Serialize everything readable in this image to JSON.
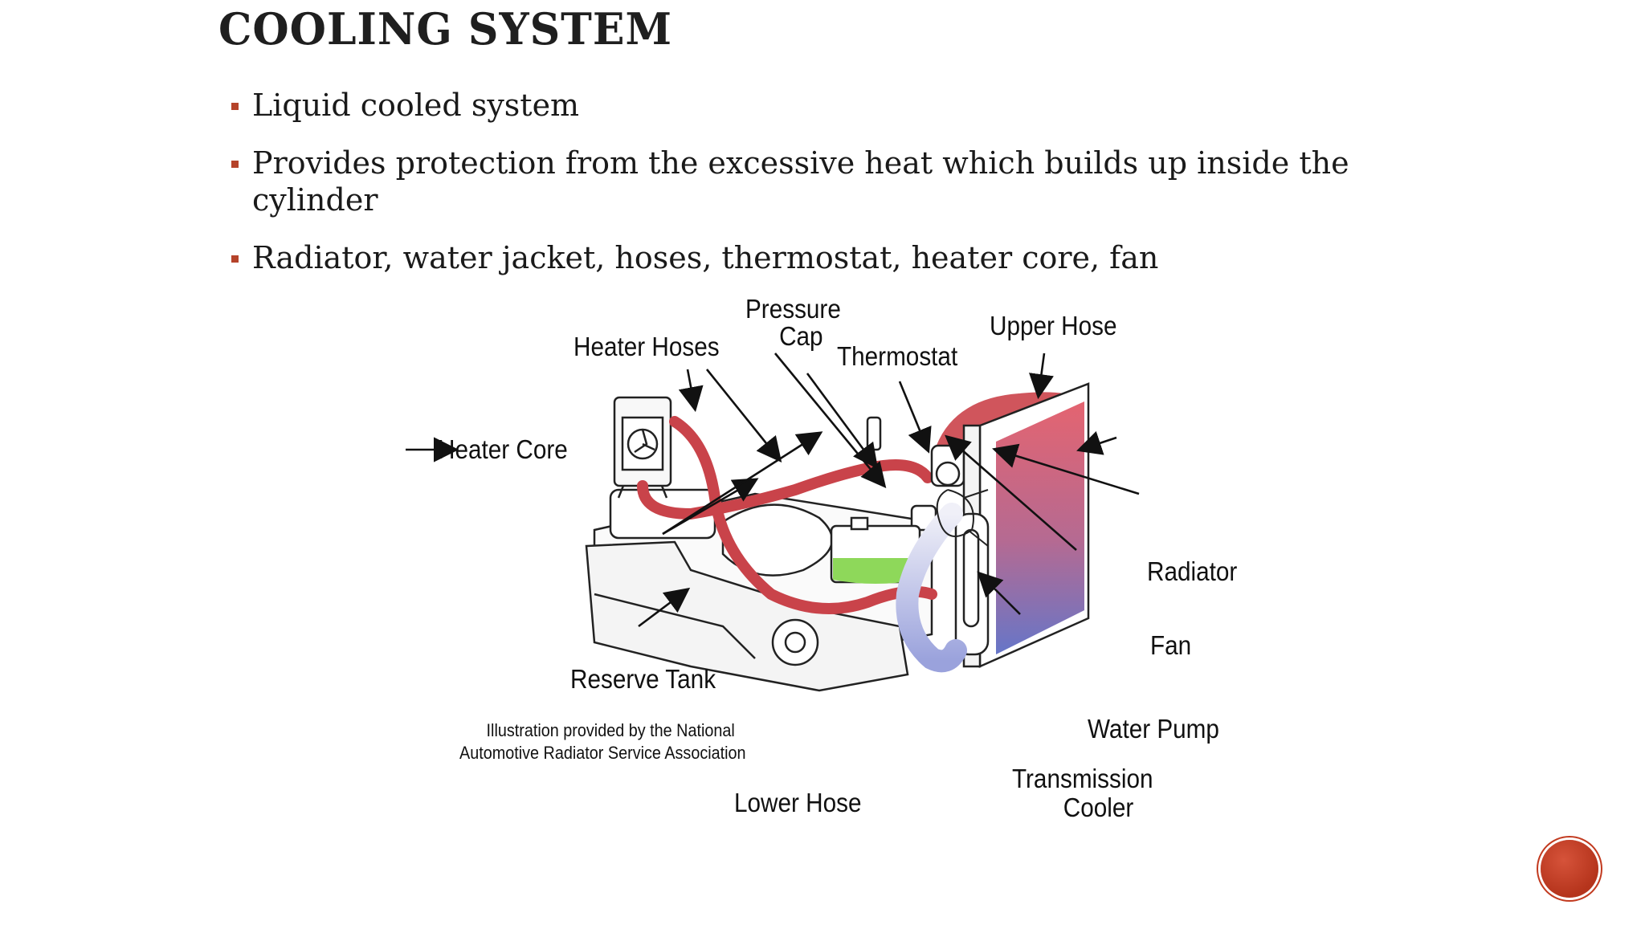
{
  "slide": {
    "title": "COOLING SYSTEM",
    "bullets": [
      "Liquid cooled system",
      "Provides protection from the excessive heat which builds up inside the cylinder",
      "Radiator, water jacket, hoses, thermostat, heater core, fan"
    ]
  },
  "diagram": {
    "labels": {
      "pressure_cap_line1": "Pressure",
      "pressure_cap_line2": "Cap",
      "heater_hoses": "Heater Hoses",
      "thermostat": "Thermostat",
      "upper_hose": "Upper Hose",
      "heater_core": "Heater Core",
      "radiator": "Radiator",
      "fan": "Fan",
      "reserve_tank": "Reserve Tank",
      "water_pump": "Water Pump",
      "transmission_cooler_line1": "Transmission",
      "transmission_cooler_line2": "Cooler",
      "lower_hose": "Lower Hose"
    },
    "credit_line1": "Illustration provided by the National",
    "credit_line2": "Automotive Radiator Service Association"
  },
  "colors": {
    "accent": "#b5432a",
    "hose_red": "#c9434a",
    "radiator_top": "#e06070",
    "radiator_bottom": "#6a78c8",
    "tank_green": "#8ed85a"
  },
  "icons": {
    "nav_button": "circle-button-icon"
  }
}
